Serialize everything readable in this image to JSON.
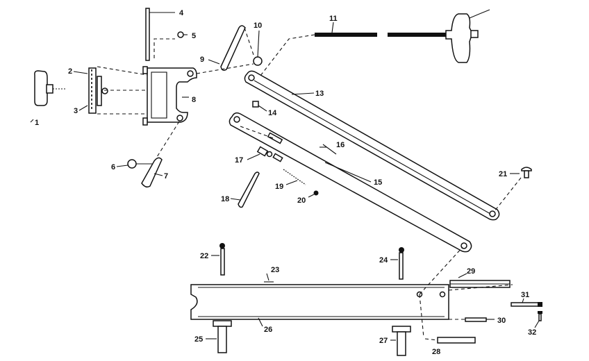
{
  "diagram": {
    "callouts": [
      "1",
      "2",
      "3",
      "4",
      "5",
      "6",
      "7",
      "8",
      "9",
      "10",
      "11",
      "13",
      "14",
      "15",
      "16",
      "17",
      "18",
      "19",
      "20",
      "21",
      "22",
      "23",
      "24",
      "25",
      "26",
      "27",
      "28",
      "29",
      "30",
      "31",
      "32"
    ]
  }
}
